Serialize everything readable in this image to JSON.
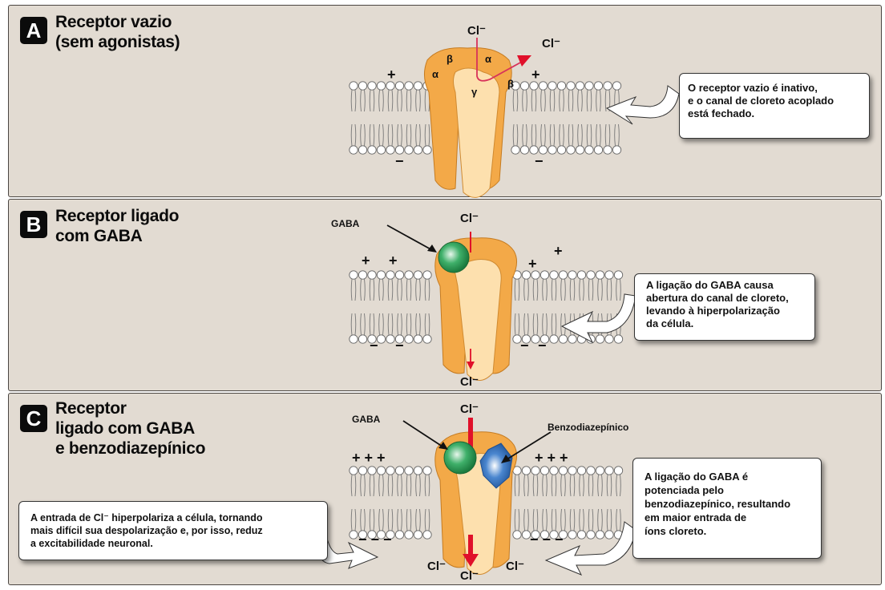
{
  "panels": [
    {
      "id": "A",
      "badge": "A",
      "title_lines": [
        "Receptor vazio",
        "(sem agonistas)"
      ],
      "callout_lines": [
        "O receptor vazio é inativo,",
        "e o canal de cloreto acoplado",
        "está fechado."
      ],
      "ion_label_top": "Cl⁻",
      "ion_label_exit": "Cl⁻",
      "subunits": [
        "β",
        "α",
        "α",
        "γ",
        "β"
      ],
      "charge_top": "+",
      "charge_bottom": "−"
    },
    {
      "id": "B",
      "badge": "B",
      "title_lines": [
        "Receptor ligado",
        "com GABA"
      ],
      "callout_lines": [
        "A ligação do GABA causa",
        "abertura do canal de cloreto,",
        "levando à hiperpolarização",
        "da célula."
      ],
      "ion_label_top": "Cl⁻",
      "ion_label_bottom": "Cl⁻",
      "ligand_label": "GABA",
      "charge_top": "+",
      "charge_bottom": "−"
    },
    {
      "id": "C",
      "badge": "C",
      "title_lines": [
        "Receptor",
        "ligado com GABA",
        "e benzodiazepínico"
      ],
      "callout_right_lines": [
        "A ligação do GABA é",
        "potenciada pelo",
        "benzodiazepínico, resultando",
        "em maior entrada de",
        "íons cloreto."
      ],
      "callout_left_lines": [
        "A entrada de Cl⁻ hiperpolariza a célula, tornando",
        "mais difícil sua despolarização e, por isso, reduz",
        "a excitabilidade neuronal."
      ],
      "ion_label_top": "Cl⁻",
      "ion_labels_bottom": [
        "Cl⁻",
        "Cl⁻",
        "Cl⁻"
      ],
      "ligand_label": "GABA",
      "ligand2_label": "Benzodiazepínico",
      "charge_top": "+ + +",
      "charge_bottom": "− − −"
    }
  ],
  "colors": {
    "panel_bg": "#e2dbd2",
    "receptor": "#f5b458",
    "receptor_light": "#fde3b6",
    "gaba": "#2e9a55",
    "benzodiazepine": "#2f6fb7",
    "ion_arrow": "#e0102a"
  }
}
